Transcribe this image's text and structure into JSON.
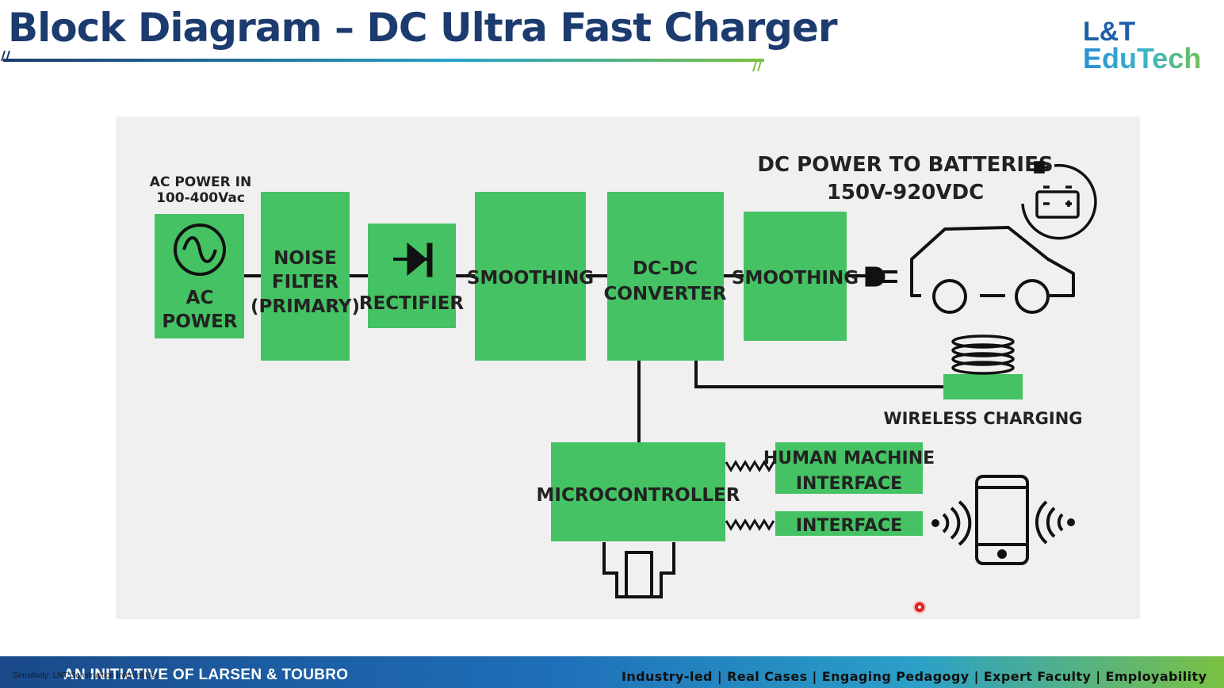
{
  "slide": {
    "title": "Block Diagram – DC Ultra Fast Charger"
  },
  "logo": {
    "line1": "L&T",
    "line2": "EduTech"
  },
  "diagram": {
    "input_label_1": "AC POWER IN",
    "input_label_2": "100-400Vac",
    "output_label_1": "DC POWER TO BATTERIES",
    "output_label_2": "150V-920VDC",
    "blocks": {
      "ac_power_1": "AC",
      "ac_power_2": "POWER",
      "noise_filter_1": "NOISE",
      "noise_filter_2": "FILTER",
      "noise_filter_3": "(PRIMARY)",
      "rectifier": "RECTIFIER",
      "smoothing_1": "SMOOTHING",
      "dcdc_1": "DC-DC",
      "dcdc_2": "CONVERTER",
      "smoothing_2": "SMOOTHING",
      "microcontroller": "MICROCONTROLLER",
      "hmi_1": "HUMAN MACHINE",
      "hmi_2": "INTERFACE",
      "interface": "INTERFACE"
    },
    "wireless_label": "WIRELESS CHARGING",
    "colors": {
      "block_green": "#45c263",
      "line": "#111111",
      "background": "#f0f0f0"
    },
    "icons": [
      "sine-wave-icon",
      "diode-icon",
      "plug-icon",
      "car-icon",
      "battery-icon",
      "coil-icon",
      "smartphone-icon",
      "wireless-signal-icon",
      "connector-icon"
    ]
  },
  "footer": {
    "left": "AN INITIATIVE OF LARSEN & TOUBRO",
    "sensitivity": "Sensitivity: LNT Construction Internal Use",
    "right": "Industry-led | Real Cases | Engaging Pedagogy | Expert Faculty | Employability"
  }
}
